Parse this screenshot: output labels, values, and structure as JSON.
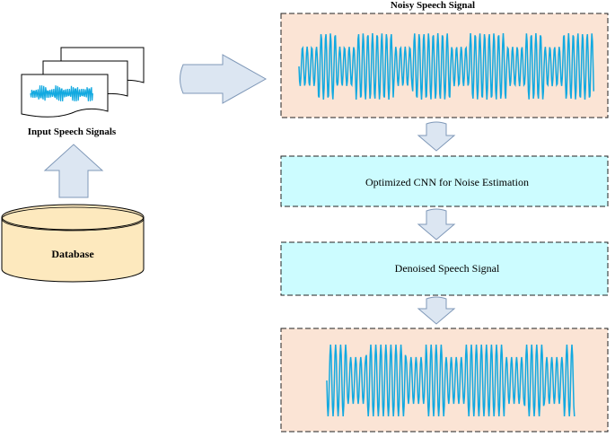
{
  "labels": {
    "noisy_title": "Noisy Speech Signal",
    "input_signals": "Input Speech Signals",
    "database": "Database",
    "cnn_box": "Optimized CNN for Noise Estimation",
    "denoised_box": "Denoised Speech Signal"
  },
  "colors": {
    "signal_box_fill": "#fbe4d5",
    "process_box_fill": "#ccfcff",
    "database_fill": "#fde9be",
    "arrow_fill": "#dce6f2",
    "arrow_stroke": "#7f98b8",
    "waveform": "#12a9e0",
    "dashed_border": "#222222"
  }
}
